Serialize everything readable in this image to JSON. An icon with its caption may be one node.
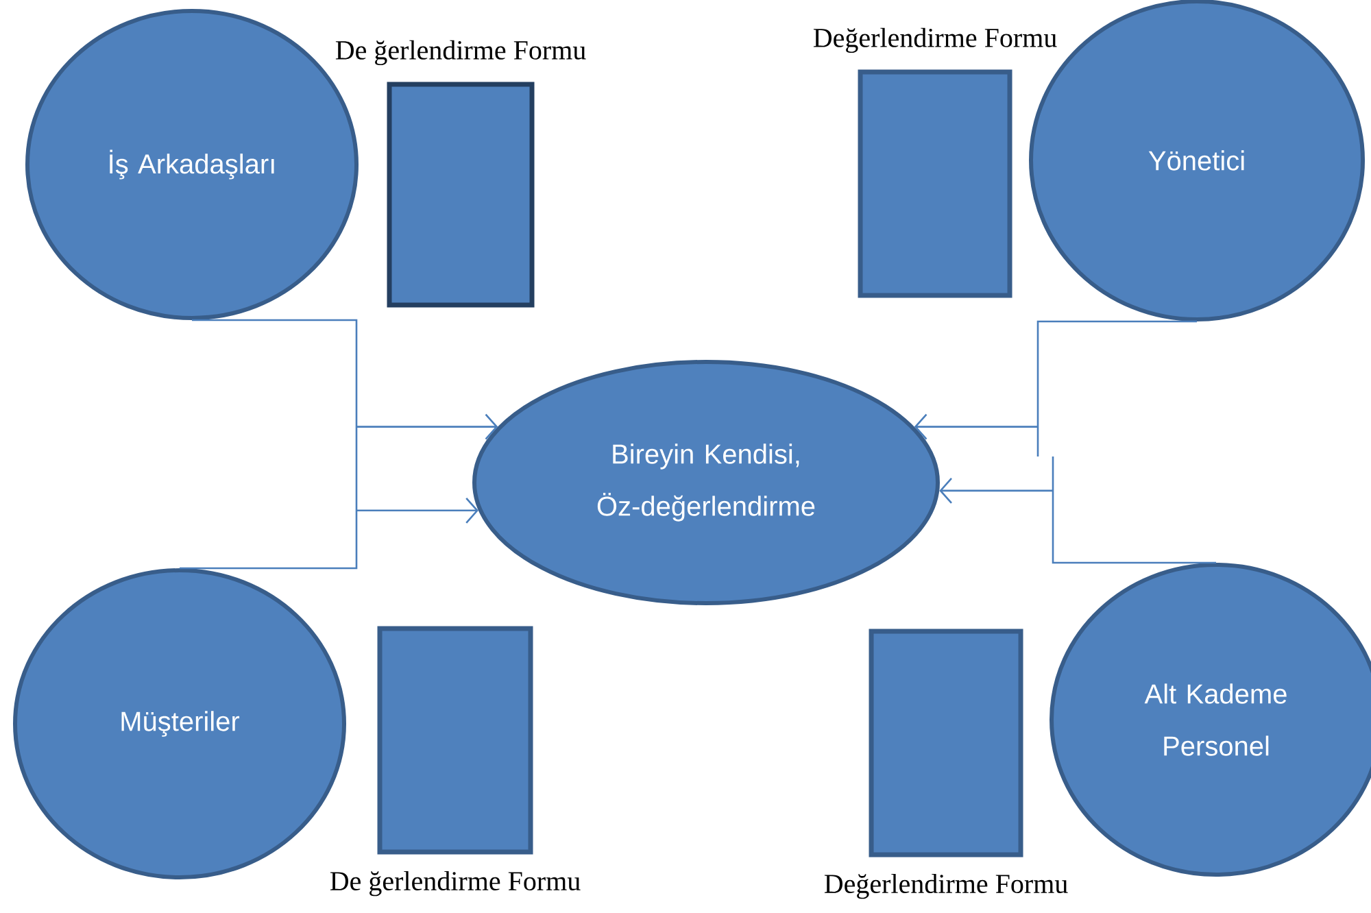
{
  "diagram": {
    "nodes": [
      {
        "text": [
          "İş Arkadaşları"
        ]
      },
      {
        "text": [
          "De ğerlendirme Formu"
        ]
      },
      {
        "text": [
          "Değerlendirme Formu"
        ]
      },
      {
        "text": [
          "Yönetici"
        ]
      },
      {
        "text": [
          "Bireyin Kendisi, Öz-değerlendirme"
        ]
      },
      {
        "text": [
          "Müşteriler"
        ]
      },
      {
        "text": [
          "De ğerlendirme Formu"
        ]
      },
      {
        "text": [
          "Değerlendirme Formu"
        ]
      },
      {
        "text": [
          "Alt Kademe Personel"
        ]
      }
    ],
    "edges": [
      {
        "from": 0,
        "to": 4,
        "arrow": "to"
      },
      {
        "from": 3,
        "to": 4,
        "arrow": "to"
      },
      {
        "from": 5,
        "to": 4,
        "arrow": "to"
      },
      {
        "from": 8,
        "to": 4,
        "arrow": "to"
      }
    ]
  }
}
